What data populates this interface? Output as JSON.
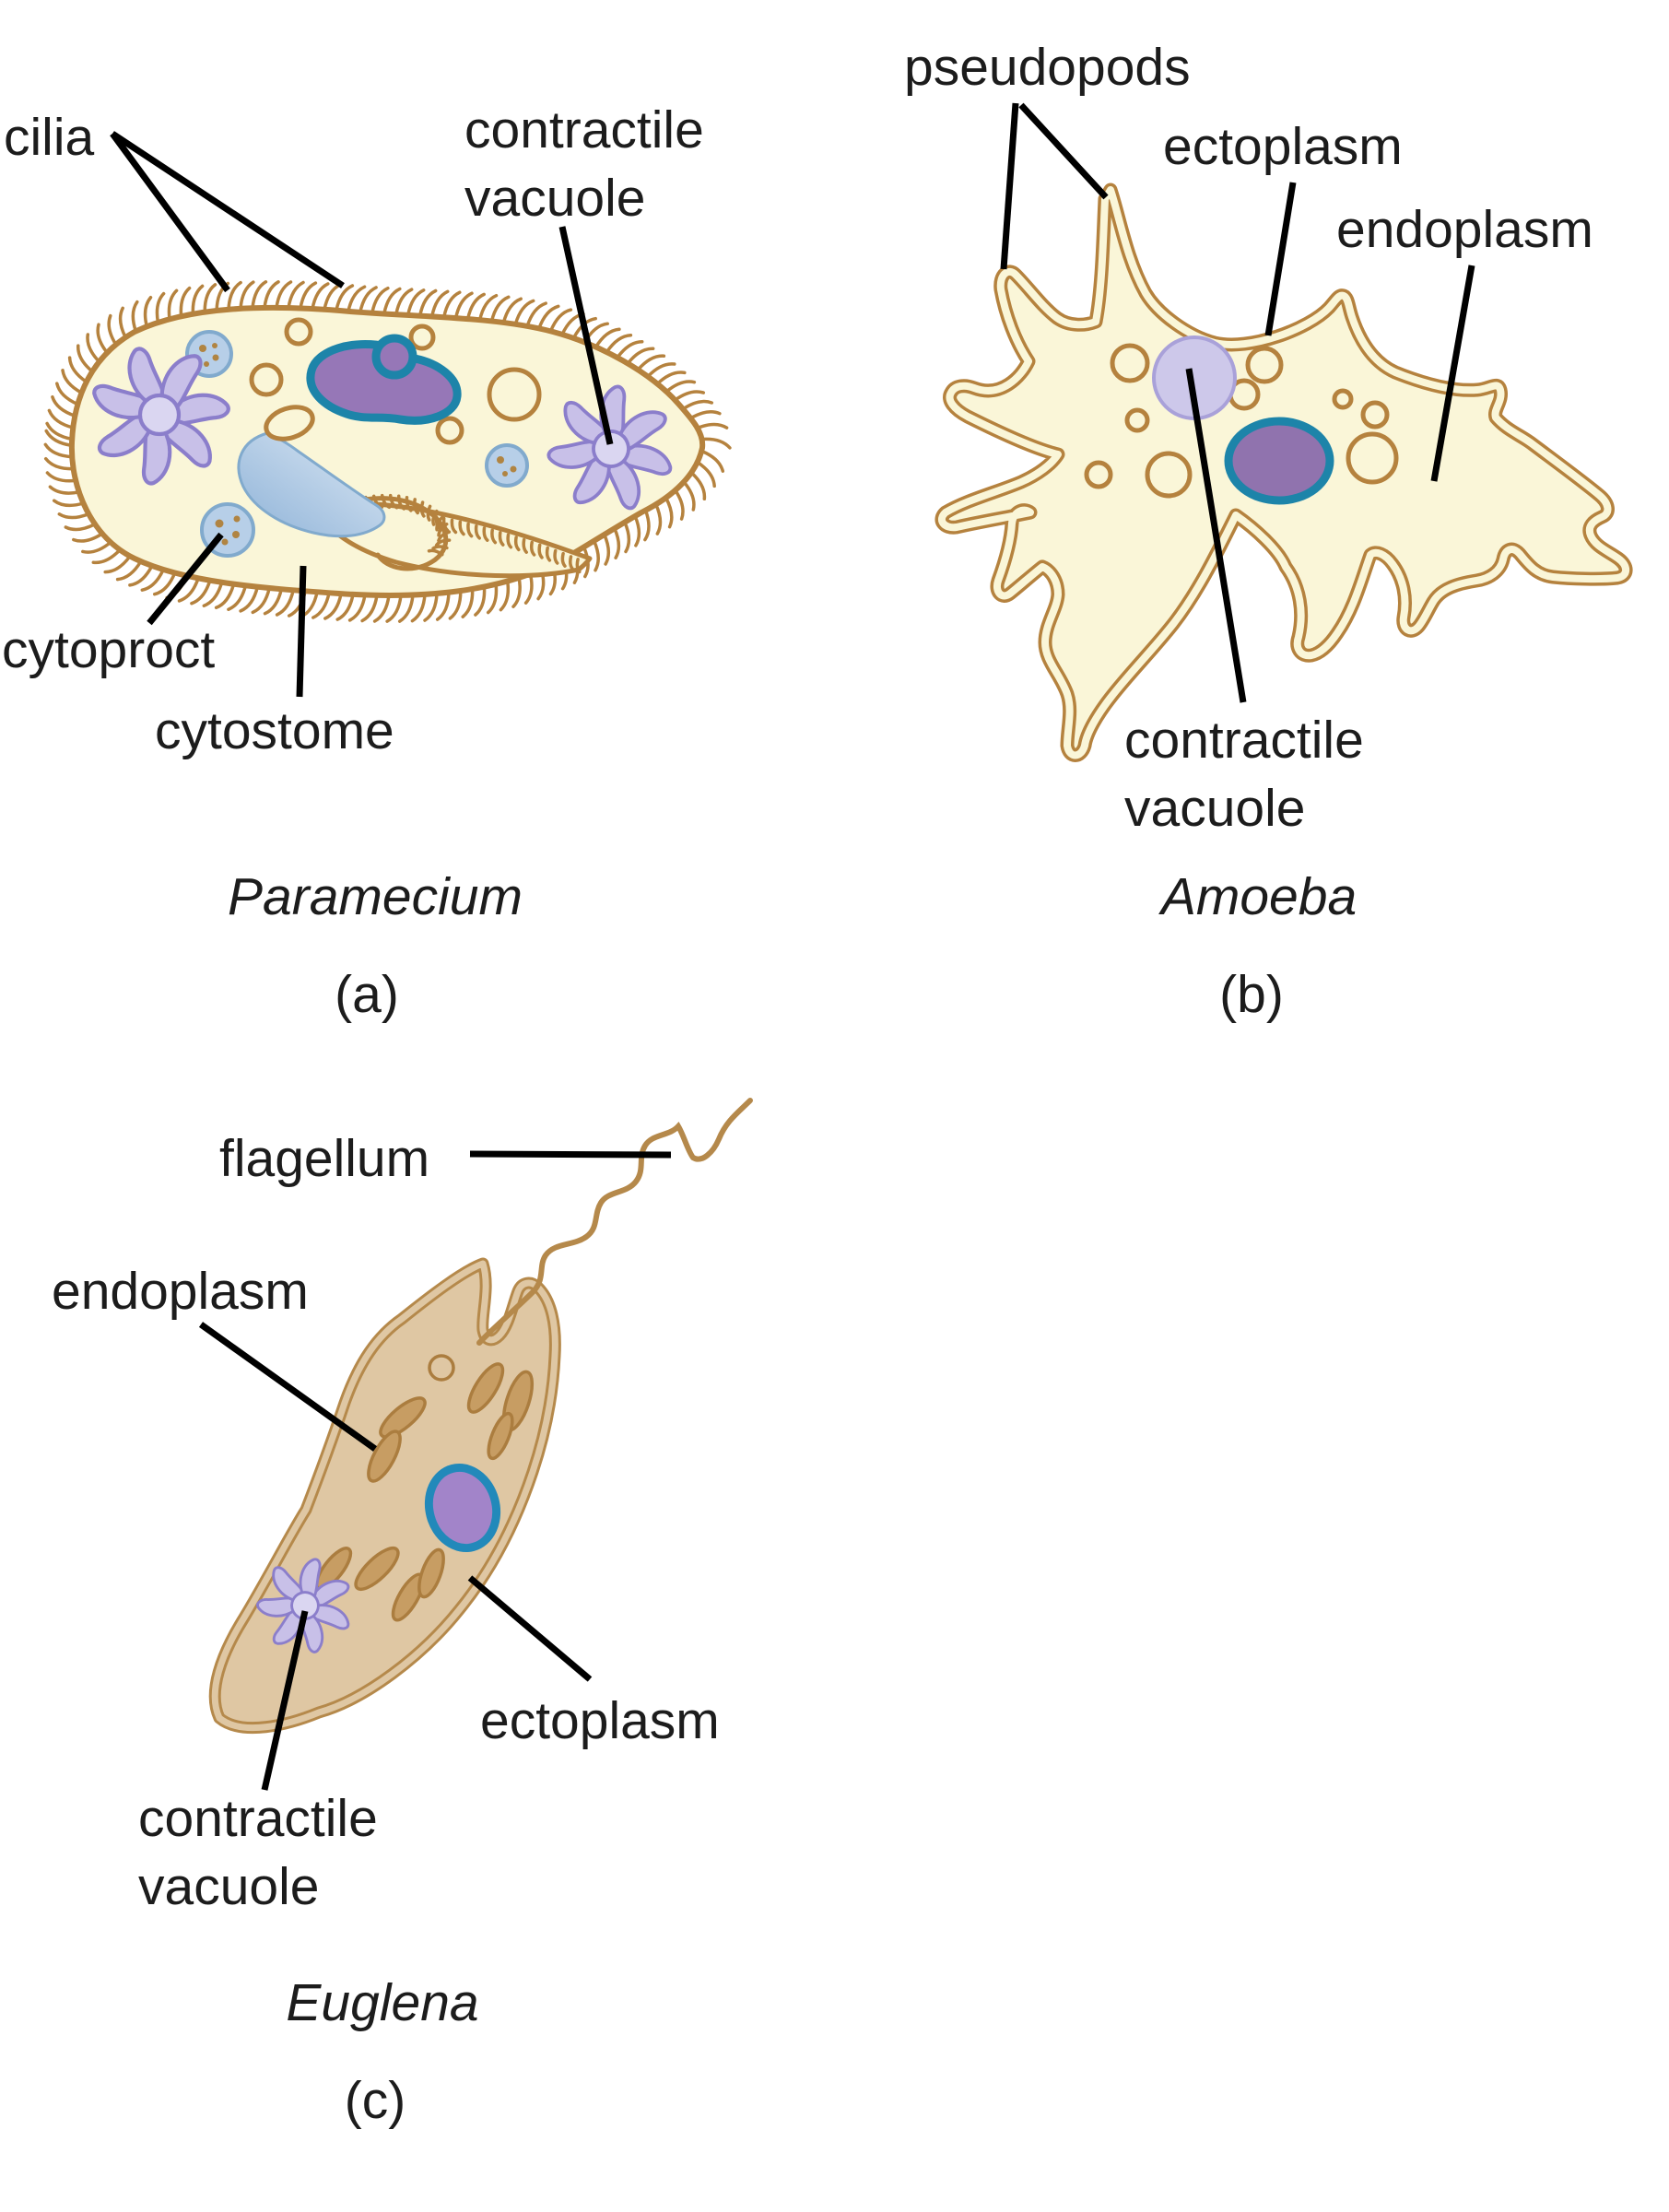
{
  "colors": {
    "page-bg": "#ffffff",
    "text": "#1c1c1c",
    "line": "#000000",
    "p-outline": "#b5823e",
    "p-fill": "#faf6d8",
    "macro-fill": "#9677b7",
    "am-nuc-fill": "#9073ae",
    "nuc-stroke": "#1d84a9",
    "star-fill": "#c8c0e8",
    "star-stroke": "#8b7ecb",
    "star-center": "#dad6f1",
    "fv-fill": "#b7cfe8",
    "fv-stroke": "#81aacd",
    "fv-dot": "#b08442",
    "cyto-blue": "#8fb3d8",
    "cyto-light": "#dce8f4",
    "am-cv-fill": "#cdc8ea",
    "am-cv-stroke": "#a9a1d9",
    "eu-fill": "#dfc7a3",
    "eu-outline": "#b5894b",
    "chl-fill": "#c79d63",
    "chl-stroke": "#ab7d3f",
    "eu-nuc-fill": "#a284c9",
    "eu-nuc-stroke": "#2289ba"
  },
  "figures": {
    "paramecium": {
      "caption": "Paramecium",
      "letter": "(a)",
      "labels": {
        "cilia": "cilia",
        "contractile_vacuole": "contractile\nvacuole",
        "cytoproct": "cytoproct",
        "cytostome": "cytostome"
      }
    },
    "amoeba": {
      "caption": "Amoeba",
      "letter": "(b)",
      "labels": {
        "pseudopods": "pseudopods",
        "ectoplasm": "ectoplasm",
        "endoplasm": "endoplasm",
        "contractile_vacuole": "contractile\nvacuole"
      }
    },
    "euglena": {
      "caption": "Euglena",
      "letter": "(c)",
      "labels": {
        "flagellum": "flagellum",
        "endoplasm": "endoplasm",
        "ectoplasm": "ectoplasm",
        "contractile_vacuole": "contractile\nvacuole"
      }
    }
  }
}
